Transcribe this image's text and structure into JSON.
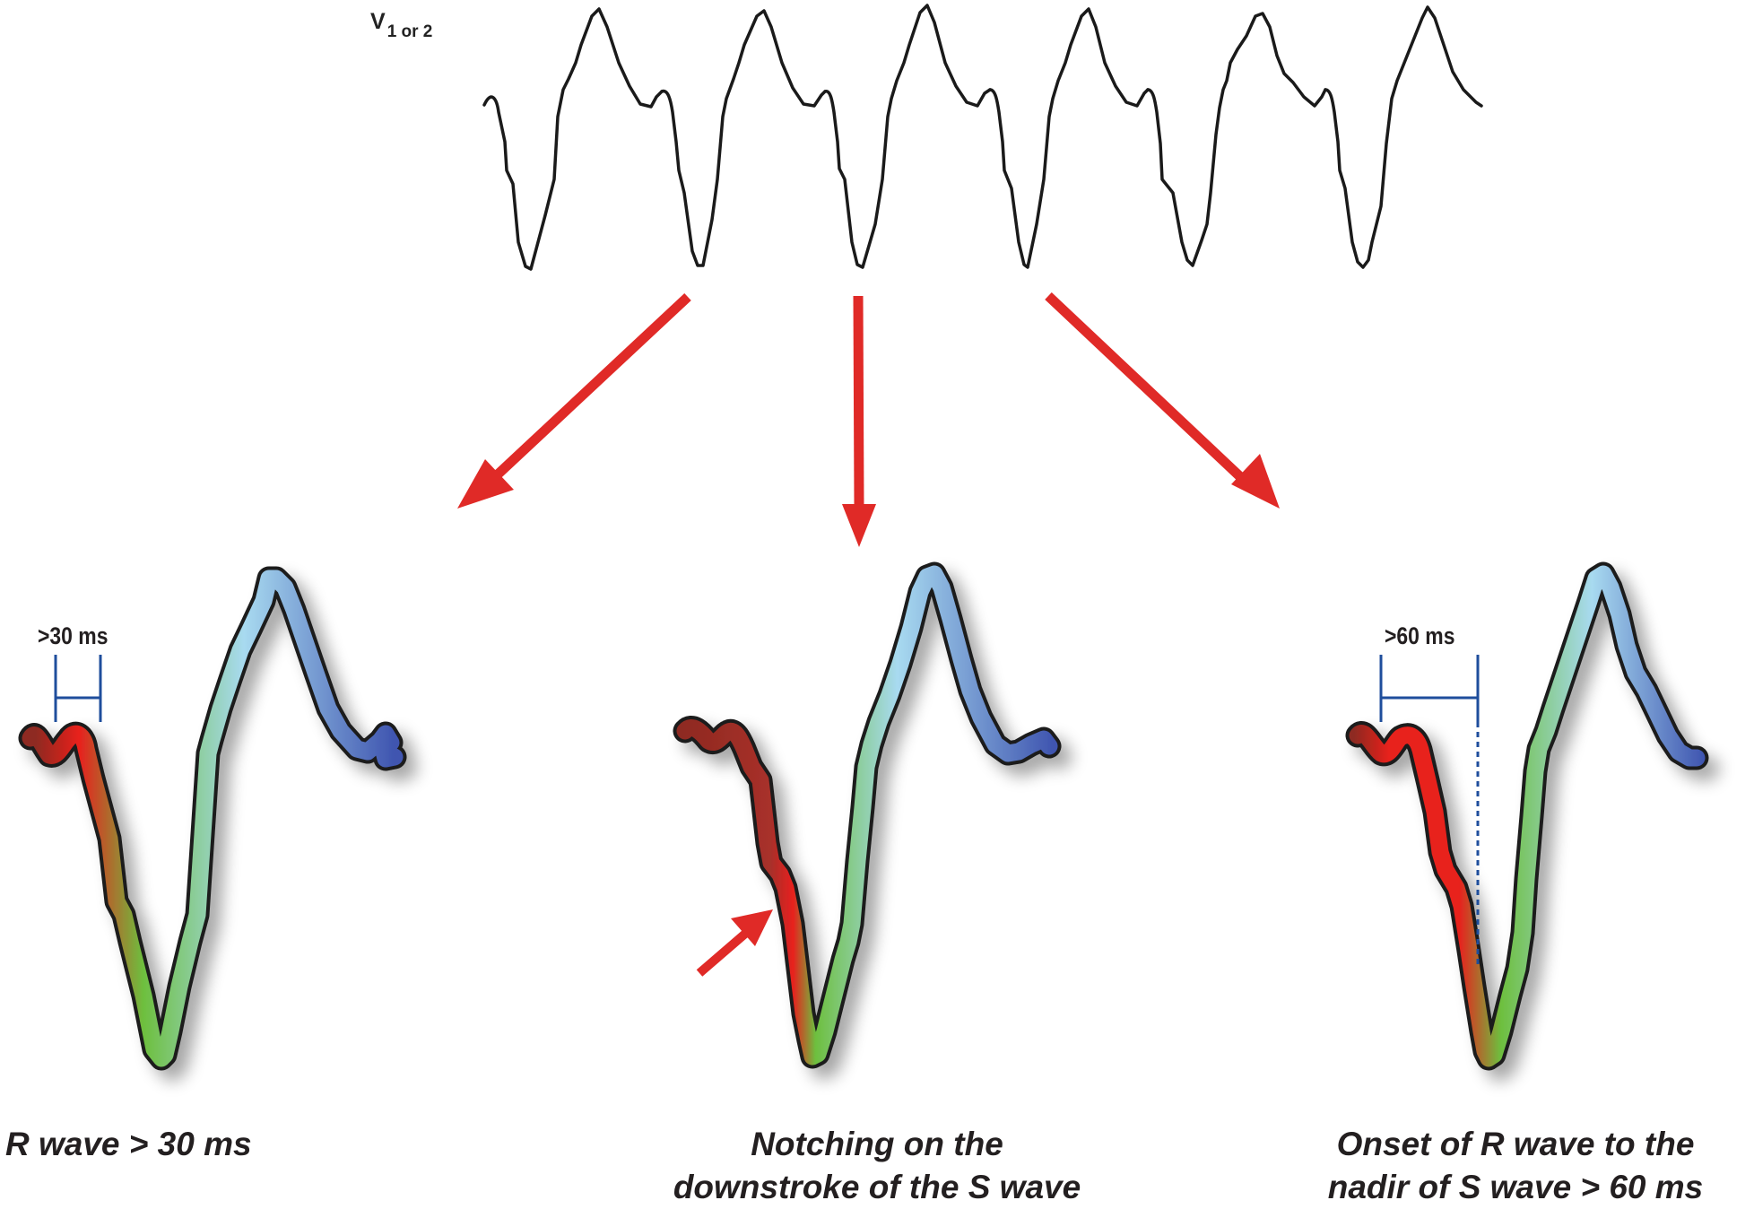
{
  "lead": {
    "main": "V",
    "subscript": "1 or 2"
  },
  "criteria": [
    {
      "interval_label": ">30 ms",
      "caption_lines": [
        "R wave > 30 ms"
      ]
    },
    {
      "interval_label": "",
      "caption_lines": [
        "Notching on the",
        "downstroke of the S wave"
      ]
    },
    {
      "interval_label": ">60 ms",
      "caption_lines": [
        "Onset of R wave to the",
        "nadir of S wave > 60 ms"
      ]
    }
  ],
  "colors": {
    "arrow": "#e02a27",
    "trace": "#1a1a1a",
    "marker": "#1f4e9c",
    "gradient_dark_red": "#8e2a20",
    "gradient_red": "#e8201e",
    "gradient_green": "#6dbf3e",
    "gradient_light_blue": "#a8daf0",
    "gradient_blue": "#3f55b0"
  }
}
